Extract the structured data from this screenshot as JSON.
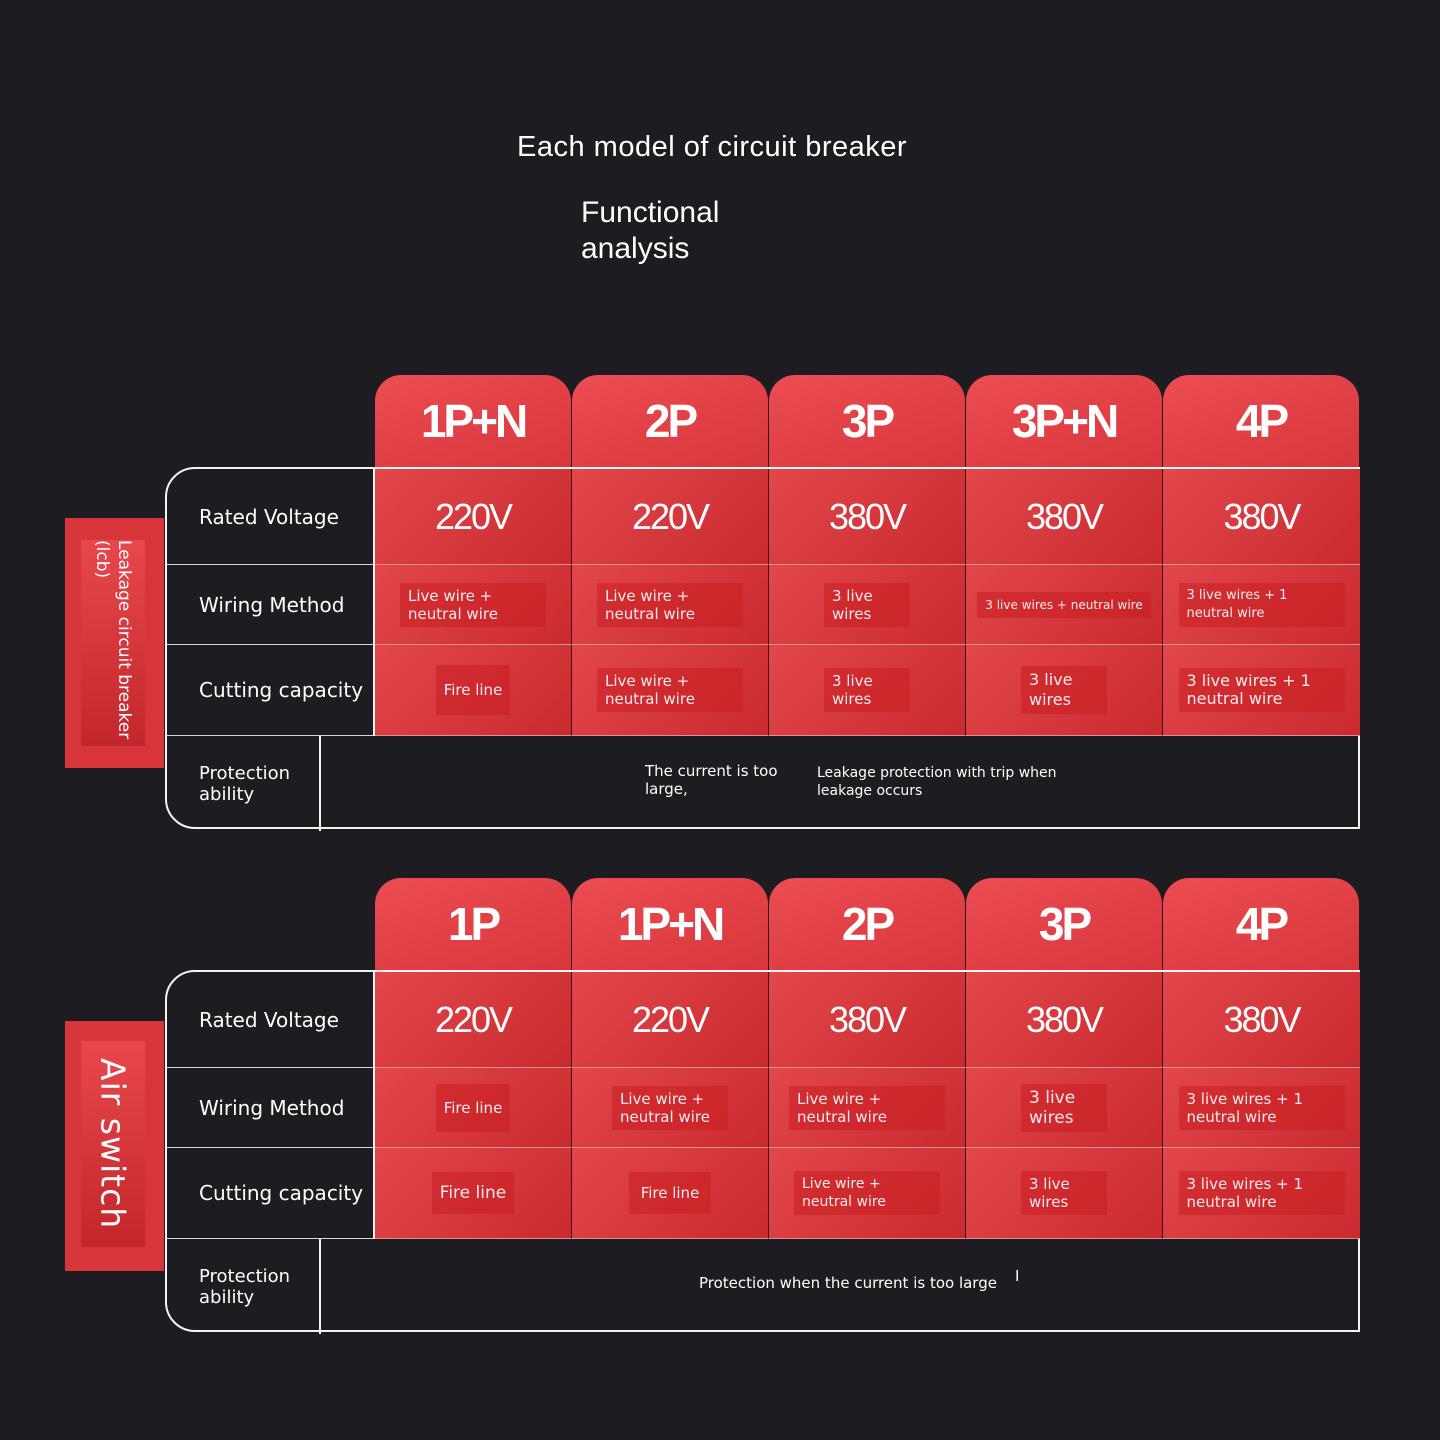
{
  "title": "Each model of circuit breaker",
  "subtitle": "Functional analysis",
  "row_labels": [
    "Rated Voltage",
    "Wiring Method",
    "Cutting capacity",
    "Protection ability"
  ],
  "sections": [
    {
      "side_label": "Leakage circuit breaker (lcb)",
      "headers": [
        "1P+N",
        "2P",
        "3P",
        "3P+N",
        "4P"
      ],
      "voltage": [
        "220V",
        "220V",
        "380V",
        "380V",
        "380V"
      ],
      "wiring": [
        "Live wire + neutral wire",
        "Live wire + neutral wire",
        "3 live wires",
        "3 live wires + neutral wire",
        "3 live wires + 1 neutral wire"
      ],
      "cutting": [
        "Fire line",
        "Live wire + neutral wire",
        "3 live wires",
        "3 live wires",
        "3 live wires + 1 neutral wire"
      ],
      "protection": [
        "The current is too large,",
        "Leakage protection with trip when leakage occurs"
      ]
    },
    {
      "side_label": "Air switch",
      "headers": [
        "1P",
        "1P+N",
        "2P",
        "3P",
        "4P"
      ],
      "voltage": [
        "220V",
        "220V",
        "380V",
        "380V",
        "380V"
      ],
      "wiring": [
        "Fire line",
        "Live wire + neutral wire",
        "Live wire + neutral wire",
        "3 live wires",
        "3 live wires + 1 neutral wire"
      ],
      "cutting": [
        "Fire line",
        "Fire line",
        "Live wire + neutral wire",
        "3 live wires",
        "3 live wires + 1 neutral wire"
      ],
      "protection": [
        "Protection when the current is too large",
        "I"
      ]
    }
  ]
}
